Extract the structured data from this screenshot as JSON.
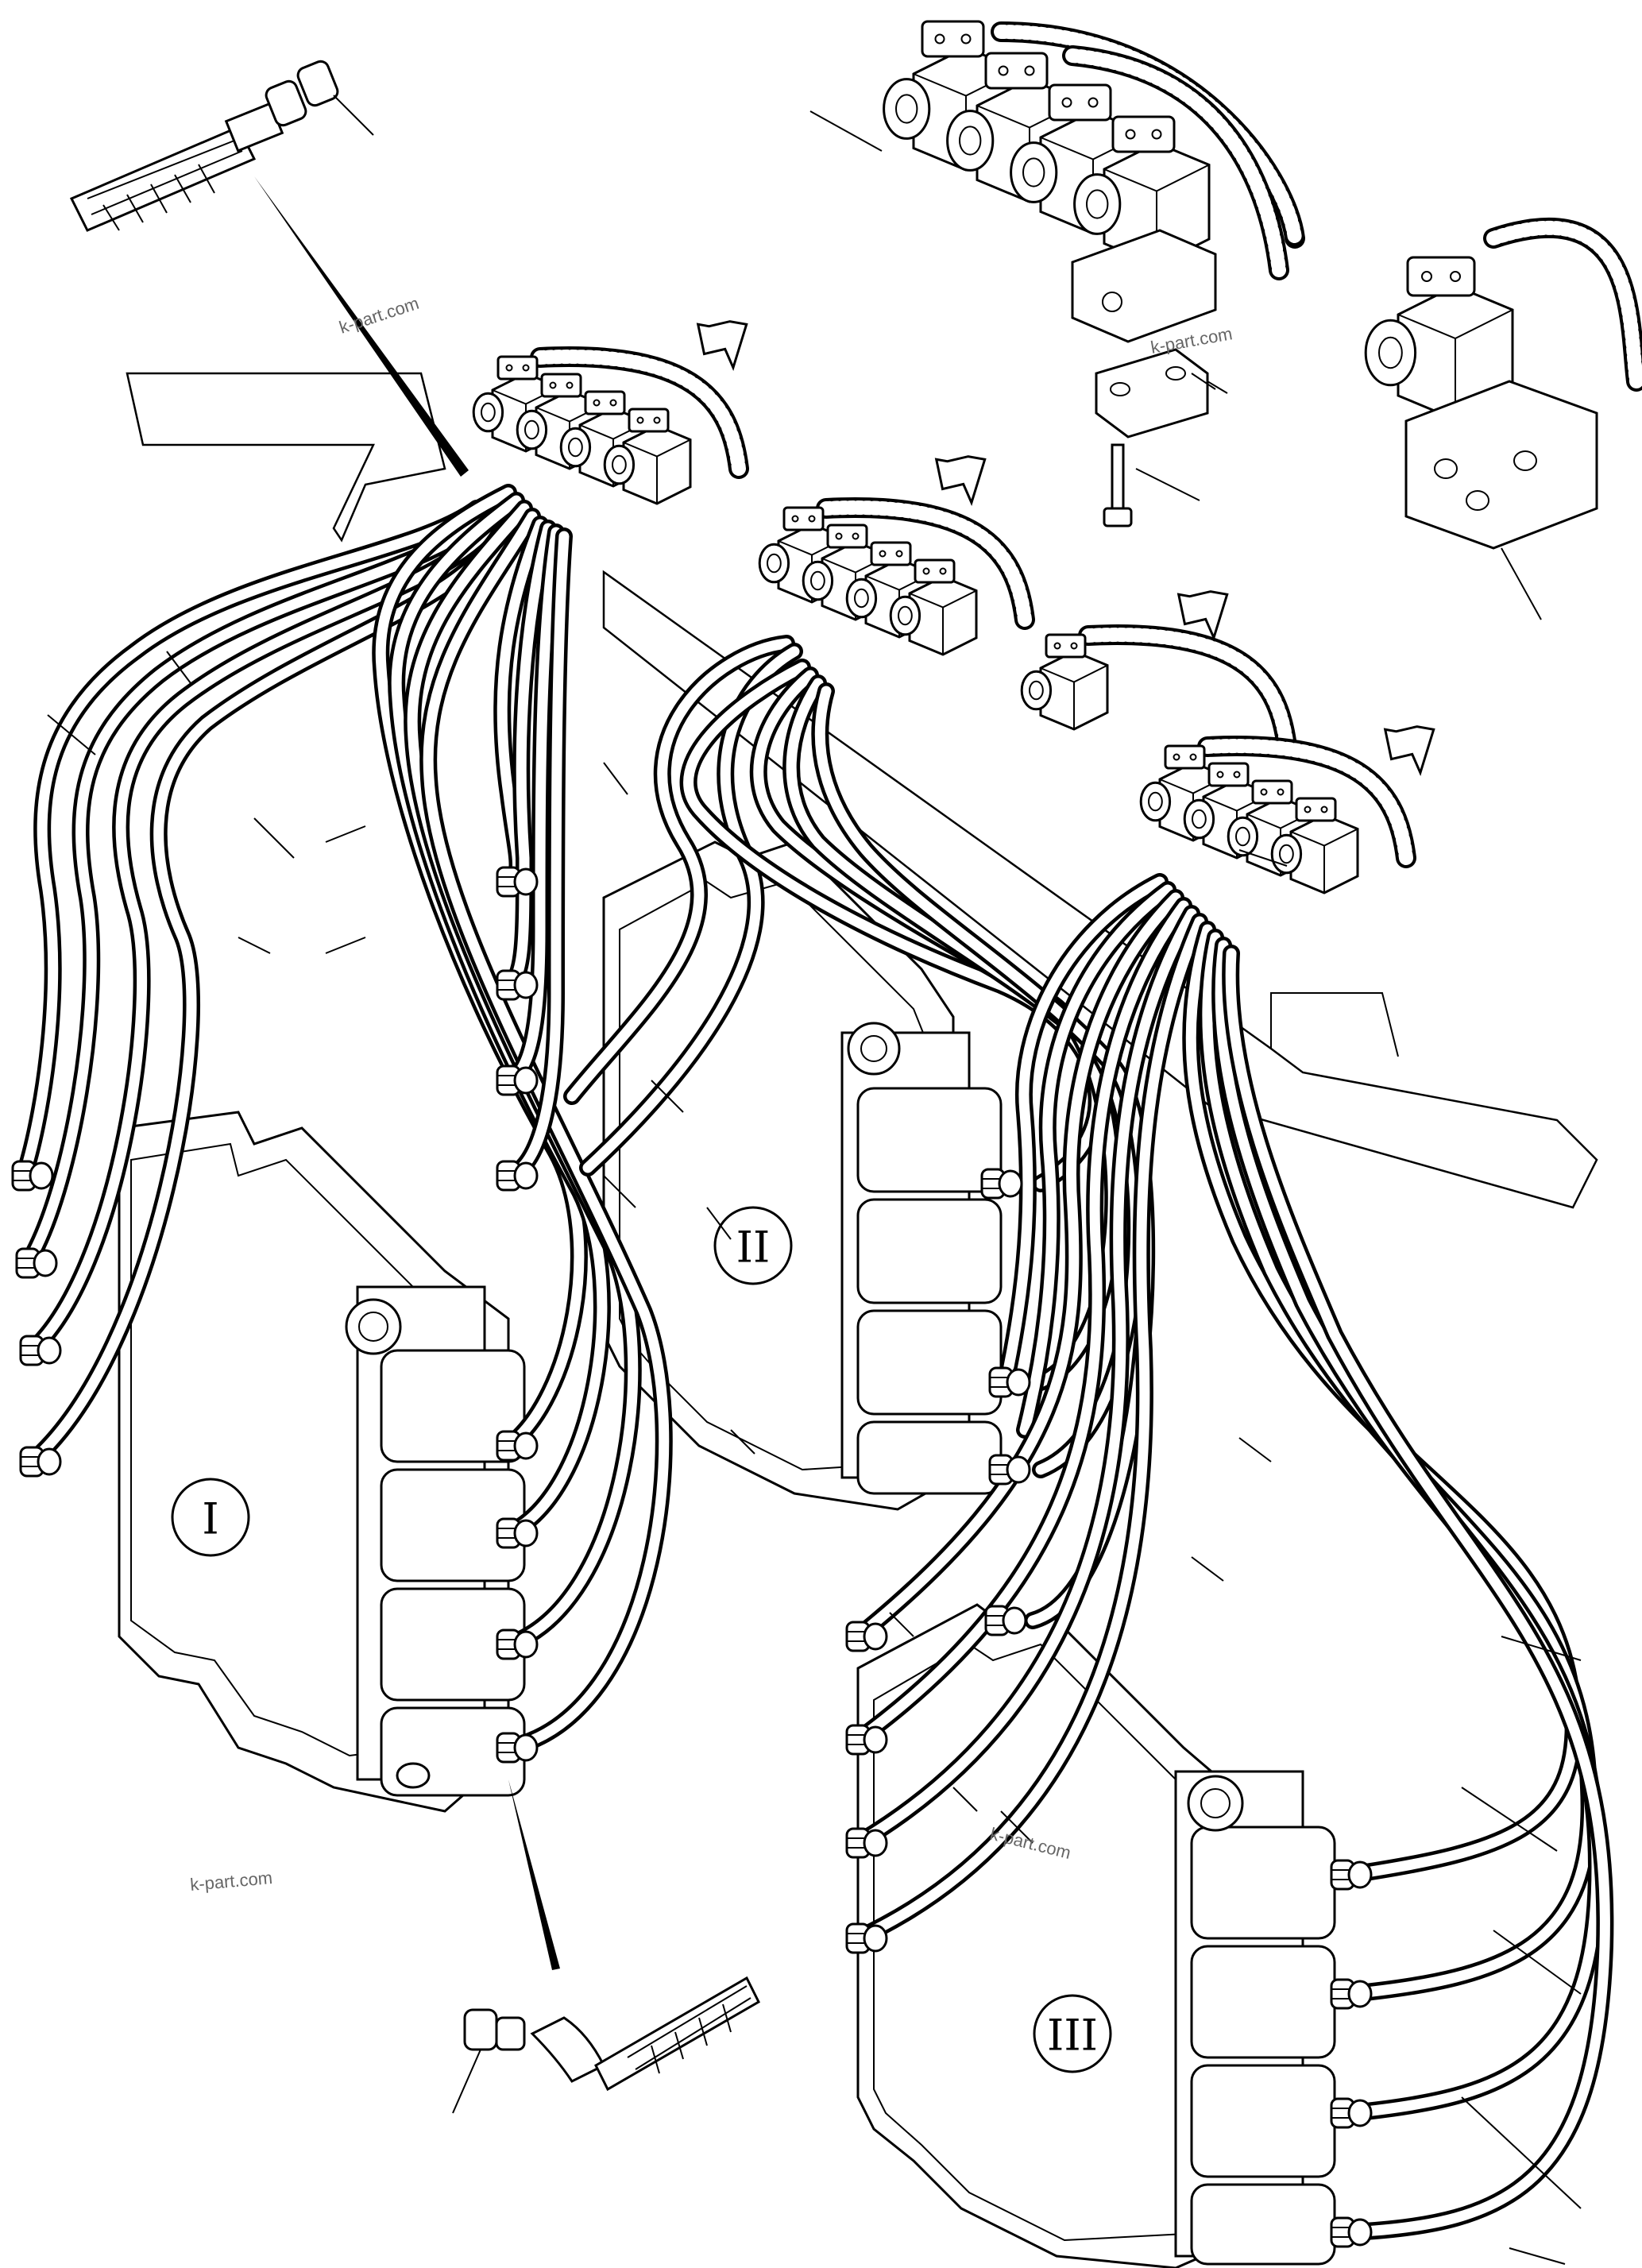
{
  "block_labels": {
    "block_1": "I",
    "block_2": "II",
    "block_3": "III"
  },
  "watermarks": [
    "k-part.com",
    "k-part.com",
    "k-part.com",
    "k-part.com"
  ],
  "colors": {
    "ink": "#000000",
    "paper": "#ffffff",
    "watermark": "#666666"
  }
}
